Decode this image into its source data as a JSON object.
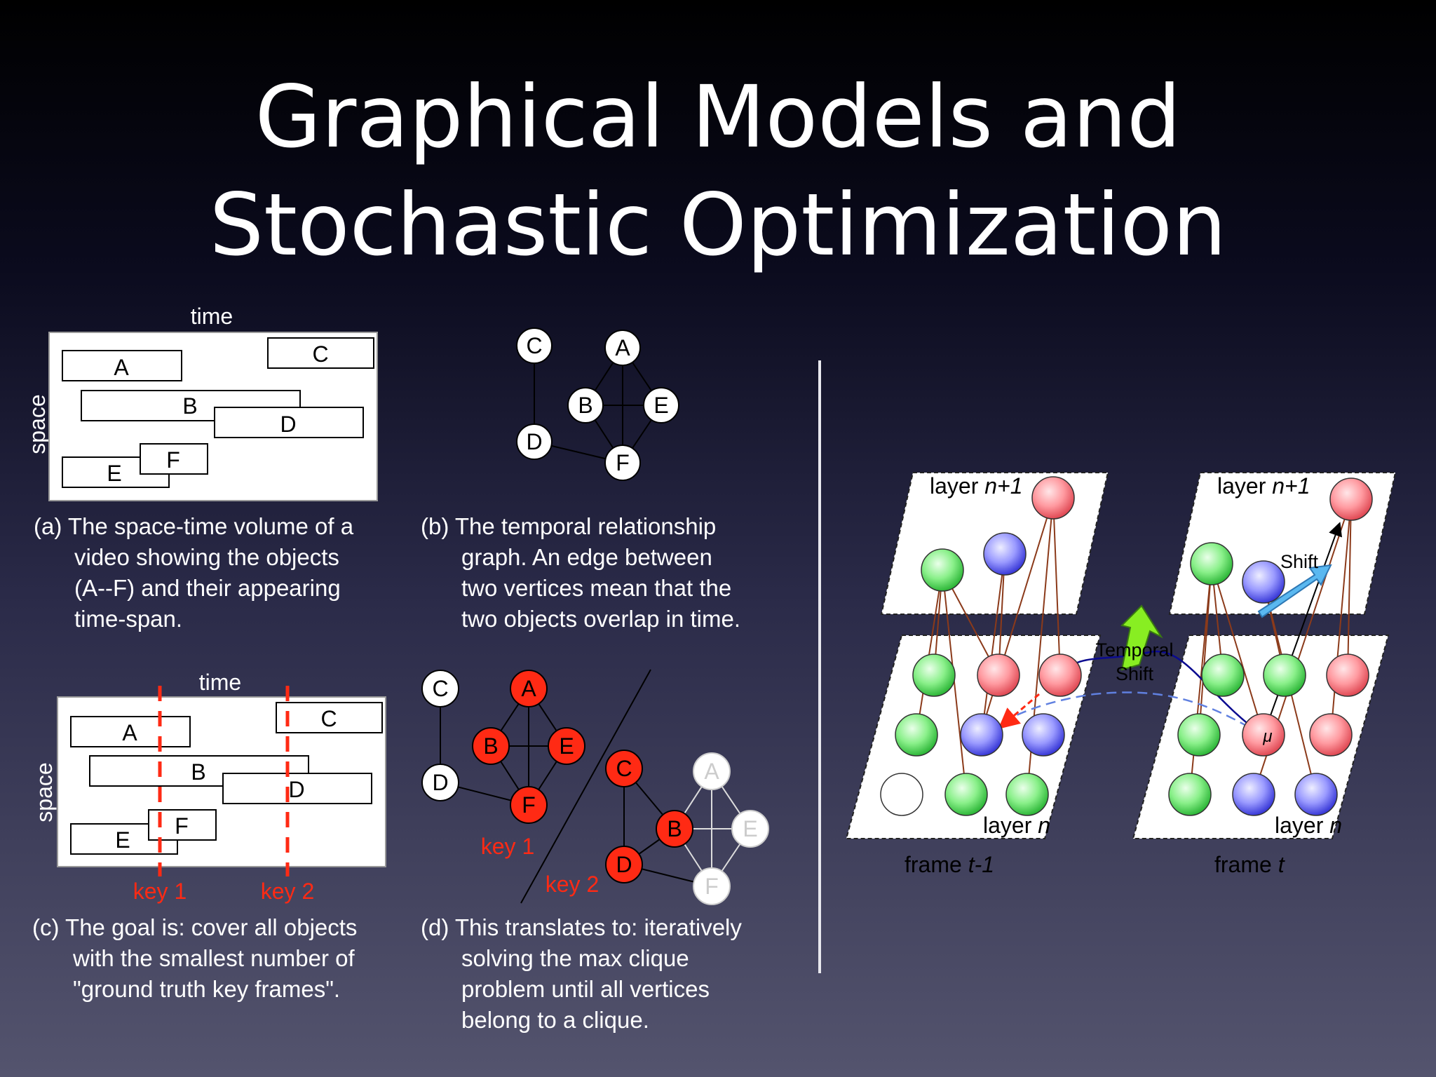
{
  "title": {
    "line1": "Graphical Models and",
    "line2": "Stochastic Optimization"
  },
  "panel_a": {
    "time_label": "time",
    "space_label": "space",
    "objects": [
      "A",
      "B",
      "C",
      "D",
      "E",
      "F"
    ],
    "caption": [
      "(a) The space-time volume of a",
      "video showing the objects",
      "(A--F) and their appearing",
      "time-span."
    ]
  },
  "panel_b": {
    "vertices": [
      "A",
      "B",
      "C",
      "D",
      "E",
      "F"
    ],
    "caption": [
      "(b) The temporal relationship",
      "graph. An edge between",
      "two vertices mean that the",
      "two objects overlap in time."
    ]
  },
  "panel_c": {
    "time_label": "time",
    "space_label": "space",
    "objects": [
      "A",
      "B",
      "C",
      "D",
      "E",
      "F"
    ],
    "key1": "key 1",
    "key2": "key 2",
    "caption": [
      "(c) The goal is: cover all objects",
      "with the smallest number of",
      "\"ground truth key frames\"."
    ]
  },
  "panel_d": {
    "vertices": [
      "A",
      "B",
      "C",
      "D",
      "E",
      "F"
    ],
    "key1": "key 1",
    "key2": "key 2",
    "caption": [
      "(d) This translates to: iteratively",
      "solving the max clique",
      "problem until all vertices",
      "belong to a clique."
    ]
  },
  "panel_right": {
    "layer_top_prefix": "layer ",
    "layer_top_var": "n+1",
    "layer_bottom_prefix": "layer ",
    "layer_bottom_var": "n",
    "frame_prev_prefix": "frame ",
    "frame_prev_var": "t-1",
    "frame_curr_prefix": "frame ",
    "frame_curr_var": "t",
    "temporal_shift_line1": "Temporal",
    "temporal_shift_line2": "Shift",
    "shift_label": "Shift",
    "mu_label": "μ"
  },
  "colors": {
    "red": "#ff2a14",
    "node_red": "#ff9aa0",
    "node_green": "#8af08a",
    "node_blue": "#9a9aff",
    "edge_brown": "#8b3a1a",
    "shift_arrow": "#5ab8f0",
    "temporal_arrow": "#88ee22"
  }
}
